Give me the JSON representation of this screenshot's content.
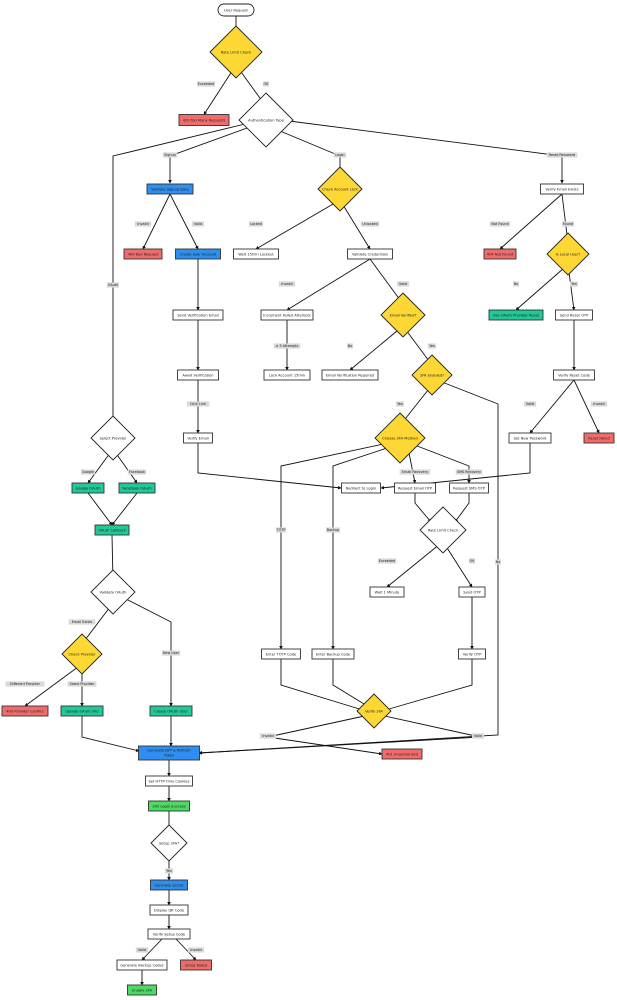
{
  "diagram": {
    "title": "Authentication Flow",
    "colors": {
      "decision_yellow": "#fdd835",
      "error_red": "#f26b6b",
      "process_blue": "#2e8ff0",
      "oauth_teal": "#20c997",
      "success_green": "#4cd964",
      "plain_white": "#ffffff",
      "stroke": "#333333"
    },
    "nodes": [
      {
        "id": "start",
        "label": "User Request",
        "shape": "terminal",
        "style": "plain_white"
      },
      {
        "id": "rate1",
        "label": "Rate Limit Check",
        "shape": "diamond",
        "style": "decision_yellow"
      },
      {
        "id": "e429",
        "label": "429 Too Many Requests",
        "shape": "rect",
        "style": "error_red"
      },
      {
        "id": "authType",
        "label": "Authentication Type",
        "shape": "diamond",
        "style": "plain_white"
      },
      {
        "id": "valSignup",
        "label": "Validate Signup Data",
        "shape": "rect",
        "style": "process_blue"
      },
      {
        "id": "e400",
        "label": "400 Bad Request",
        "shape": "rect",
        "style": "error_red"
      },
      {
        "id": "createUser",
        "label": "Create User Account",
        "shape": "rect",
        "style": "process_blue"
      },
      {
        "id": "sendVer",
        "label": "Send Verification Email",
        "shape": "rect",
        "style": "plain_white"
      },
      {
        "id": "awaitVer",
        "label": "Await Verification",
        "shape": "rect",
        "style": "plain_white"
      },
      {
        "id": "verifyEmail",
        "label": "Verify Email",
        "shape": "rect",
        "style": "plain_white"
      },
      {
        "id": "checkLock",
        "label": "Check Account Lock",
        "shape": "diamond",
        "style": "decision_yellow"
      },
      {
        "id": "wait15",
        "label": "Wait 15min Lockout",
        "shape": "rect",
        "style": "plain_white"
      },
      {
        "id": "valCred",
        "label": "Validate Credentials",
        "shape": "rect",
        "style": "plain_white"
      },
      {
        "id": "incFail",
        "label": "Increment Failed Attempts",
        "shape": "rect",
        "style": "plain_white"
      },
      {
        "id": "lockAcc",
        "label": "Lock Account 15min",
        "shape": "rect",
        "style": "plain_white"
      },
      {
        "id": "emailVerified",
        "label": "Email Verified?",
        "shape": "diamond",
        "style": "decision_yellow"
      },
      {
        "id": "emailVerReq",
        "label": "Email Verification Required",
        "shape": "rect",
        "style": "plain_white"
      },
      {
        "id": "tfaEnabled",
        "label": "2FA Enabled?",
        "shape": "diamond",
        "style": "decision_yellow"
      },
      {
        "id": "choose2fa",
        "label": "Choose 2FA Method",
        "shape": "diamond",
        "style": "decision_yellow"
      },
      {
        "id": "redirect",
        "label": "Redirect to Login",
        "shape": "rect",
        "style": "plain_white"
      },
      {
        "id": "reqEmailOtp",
        "label": "Request Email OTP",
        "shape": "rect",
        "style": "plain_white"
      },
      {
        "id": "reqSmsOtp",
        "label": "Request SMS OTP",
        "shape": "rect",
        "style": "plain_white"
      },
      {
        "id": "rate2",
        "label": "Rate Limit Check",
        "shape": "diamond",
        "style": "plain_white"
      },
      {
        "id": "wait1",
        "label": "Wait 1 Minute",
        "shape": "rect",
        "style": "plain_white"
      },
      {
        "id": "sendOtp",
        "label": "Send OTP",
        "shape": "rect",
        "style": "plain_white"
      },
      {
        "id": "verifyOtp",
        "label": "Verify OTP",
        "shape": "rect",
        "style": "plain_white"
      },
      {
        "id": "enterTotp",
        "label": "Enter TOTP Code",
        "shape": "rect",
        "style": "plain_white"
      },
      {
        "id": "enterBackup",
        "label": "Enter Backup Code",
        "shape": "rect",
        "style": "plain_white"
      },
      {
        "id": "verify2fa",
        "label": "Verify 2FA",
        "shape": "diamond",
        "style": "decision_yellow"
      },
      {
        "id": "e401",
        "label": "401 Unauthorized",
        "shape": "rect",
        "style": "error_red"
      },
      {
        "id": "verifyEmailExists",
        "label": "Verify Email Exists",
        "shape": "rect",
        "style": "plain_white"
      },
      {
        "id": "e404",
        "label": "404 Not Found",
        "shape": "rect",
        "style": "error_red"
      },
      {
        "id": "isLocal",
        "label": "Is Local User?",
        "shape": "diamond",
        "style": "decision_yellow"
      },
      {
        "id": "useOauthReset",
        "label": "Use OAuth Provider Reset",
        "shape": "rect",
        "style": "oauth_teal"
      },
      {
        "id": "sendResetOtp",
        "label": "Send Reset OTP",
        "shape": "rect",
        "style": "plain_white"
      },
      {
        "id": "verifyReset",
        "label": "Verify Reset Code",
        "shape": "rect",
        "style": "plain_white"
      },
      {
        "id": "setNewPw",
        "label": "Set New Password",
        "shape": "rect",
        "style": "plain_white"
      },
      {
        "id": "resetFailed",
        "label": "Reset Failed",
        "shape": "rect",
        "style": "error_red"
      },
      {
        "id": "selProvider",
        "label": "Select Provider",
        "shape": "diamond",
        "style": "plain_white"
      },
      {
        "id": "googleOauth",
        "label": "Google OAuth",
        "shape": "rect",
        "style": "oauth_teal"
      },
      {
        "id": "fbOauth",
        "label": "Facebook OAuth",
        "shape": "rect",
        "style": "oauth_teal"
      },
      {
        "id": "oauthCb",
        "label": "OAuth Callback",
        "shape": "rect",
        "style": "oauth_teal"
      },
      {
        "id": "valOauth",
        "label": "Validate OAuth",
        "shape": "diamond",
        "style": "plain_white"
      },
      {
        "id": "checkProvider",
        "label": "Check Provider",
        "shape": "diamond",
        "style": "decision_yellow"
      },
      {
        "id": "e409",
        "label": "409 Provider Conflict",
        "shape": "rect",
        "style": "error_red"
      },
      {
        "id": "updOauth",
        "label": "Update OAuth Info",
        "shape": "rect",
        "style": "oauth_teal"
      },
      {
        "id": "createOauth",
        "label": "Create OAuth User",
        "shape": "rect",
        "style": "oauth_teal"
      },
      {
        "id": "genJwt",
        "label": "Generate JWT & Refresh Token",
        "shape": "rect",
        "style": "process_blue"
      },
      {
        "id": "setCookies",
        "label": "Set HTTP-Only Cookies",
        "shape": "rect",
        "style": "plain_white"
      },
      {
        "id": "ok200",
        "label": "200 Login Success",
        "shape": "rect",
        "style": "success_green"
      },
      {
        "id": "setup2fa",
        "label": "Setup 2FA?",
        "shape": "diamond",
        "style": "plain_white"
      },
      {
        "id": "genSecret",
        "label": "Generate Secret",
        "shape": "rect",
        "style": "process_blue"
      },
      {
        "id": "displayQr",
        "label": "Display QR Code",
        "shape": "rect",
        "style": "plain_white"
      },
      {
        "id": "verifySetup",
        "label": "Verify Setup Code",
        "shape": "rect",
        "style": "plain_white"
      },
      {
        "id": "genBackup",
        "label": "Generate Backup Codes",
        "shape": "rect",
        "style": "plain_white"
      },
      {
        "id": "setupFailed",
        "label": "Setup Failed",
        "shape": "rect",
        "style": "error_red"
      },
      {
        "id": "enable2fa",
        "label": "Enable 2FA",
        "shape": "rect",
        "style": "success_green"
      }
    ],
    "edges": [
      {
        "from": "start",
        "to": "rate1",
        "label": ""
      },
      {
        "from": "rate1",
        "to": "e429",
        "label": "Exceeded"
      },
      {
        "from": "rate1",
        "to": "authType",
        "label": "OK"
      },
      {
        "from": "authType",
        "to": "valSignup",
        "label": "Signup"
      },
      {
        "from": "authType",
        "to": "checkLock",
        "label": "Login"
      },
      {
        "from": "authType",
        "to": "verifyEmailExists",
        "label": "Reset Password"
      },
      {
        "from": "authType",
        "to": "selProvider",
        "label": "OAuth"
      },
      {
        "from": "valSignup",
        "to": "e400",
        "label": "Invalid"
      },
      {
        "from": "valSignup",
        "to": "createUser",
        "label": "Valid"
      },
      {
        "from": "createUser",
        "to": "sendVer",
        "label": ""
      },
      {
        "from": "sendVer",
        "to": "awaitVer",
        "label": ""
      },
      {
        "from": "awaitVer",
        "to": "verifyEmail",
        "label": "Click Link"
      },
      {
        "from": "verifyEmail",
        "to": "redirect",
        "label": ""
      },
      {
        "from": "checkLock",
        "to": "wait15",
        "label": "Locked"
      },
      {
        "from": "checkLock",
        "to": "valCred",
        "label": "Unlocked"
      },
      {
        "from": "valCred",
        "to": "incFail",
        "label": "Invalid"
      },
      {
        "from": "valCred",
        "to": "emailVerified",
        "label": "Valid"
      },
      {
        "from": "incFail",
        "to": "lockAcc",
        "label": "≥ 5 Attempts"
      },
      {
        "from": "emailVerified",
        "to": "emailVerReq",
        "label": "No"
      },
      {
        "from": "emailVerified",
        "to": "tfaEnabled",
        "label": "Yes"
      },
      {
        "from": "tfaEnabled",
        "to": "choose2fa",
        "label": "Yes"
      },
      {
        "from": "tfaEnabled",
        "to": "genJwt",
        "label": "No"
      },
      {
        "from": "choose2fa",
        "to": "enterTotp",
        "label": "TOTP"
      },
      {
        "from": "choose2fa",
        "to": "enterBackup",
        "label": "Backup"
      },
      {
        "from": "choose2fa",
        "to": "reqEmailOtp",
        "label": "Email Recovery"
      },
      {
        "from": "choose2fa",
        "to": "reqSmsOtp",
        "label": "SMS Recovery"
      },
      {
        "from": "reqEmailOtp",
        "to": "rate2",
        "label": ""
      },
      {
        "from": "reqSmsOtp",
        "to": "rate2",
        "label": ""
      },
      {
        "from": "rate2",
        "to": "wait1",
        "label": "Exceeded"
      },
      {
        "from": "rate2",
        "to": "sendOtp",
        "label": "OK"
      },
      {
        "from": "sendOtp",
        "to": "verifyOtp",
        "label": ""
      },
      {
        "from": "enterTotp",
        "to": "verify2fa",
        "label": ""
      },
      {
        "from": "enterBackup",
        "to": "verify2fa",
        "label": ""
      },
      {
        "from": "verifyOtp",
        "to": "verify2fa",
        "label": ""
      },
      {
        "from": "verify2fa",
        "to": "e401",
        "label": "Invalid"
      },
      {
        "from": "verify2fa",
        "to": "genJwt",
        "label": "Valid"
      },
      {
        "from": "verifyEmailExists",
        "to": "e404",
        "label": "Not Found"
      },
      {
        "from": "verifyEmailExists",
        "to": "isLocal",
        "label": "Found"
      },
      {
        "from": "isLocal",
        "to": "useOauthReset",
        "label": "No"
      },
      {
        "from": "isLocal",
        "to": "sendResetOtp",
        "label": "Yes"
      },
      {
        "from": "sendResetOtp",
        "to": "verifyReset",
        "label": ""
      },
      {
        "from": "verifyReset",
        "to": "setNewPw",
        "label": "Valid"
      },
      {
        "from": "verifyReset",
        "to": "resetFailed",
        "label": "Invalid"
      },
      {
        "from": "setNewPw",
        "to": "redirect",
        "label": ""
      },
      {
        "from": "selProvider",
        "to": "googleOauth",
        "label": "Google"
      },
      {
        "from": "selProvider",
        "to": "fbOauth",
        "label": "Facebook"
      },
      {
        "from": "googleOauth",
        "to": "oauthCb",
        "label": ""
      },
      {
        "from": "fbOauth",
        "to": "oauthCb",
        "label": ""
      },
      {
        "from": "oauthCb",
        "to": "valOauth",
        "label": ""
      },
      {
        "from": "valOauth",
        "to": "checkProvider",
        "label": "Email Exists"
      },
      {
        "from": "valOauth",
        "to": "createOauth",
        "label": "New User"
      },
      {
        "from": "checkProvider",
        "to": "e409",
        "label": "Different Provider"
      },
      {
        "from": "checkProvider",
        "to": "updOauth",
        "label": "Same Provider"
      },
      {
        "from": "updOauth",
        "to": "genJwt",
        "label": ""
      },
      {
        "from": "createOauth",
        "to": "genJwt",
        "label": ""
      },
      {
        "from": "genJwt",
        "to": "setCookies",
        "label": ""
      },
      {
        "from": "setCookies",
        "to": "ok200",
        "label": ""
      },
      {
        "from": "ok200",
        "to": "setup2fa",
        "label": ""
      },
      {
        "from": "setup2fa",
        "to": "genSecret",
        "label": "Yes"
      },
      {
        "from": "genSecret",
        "to": "displayQr",
        "label": ""
      },
      {
        "from": "displayQr",
        "to": "verifySetup",
        "label": ""
      },
      {
        "from": "verifySetup",
        "to": "genBackup",
        "label": "Valid"
      },
      {
        "from": "verifySetup",
        "to": "setupFailed",
        "label": "Invalid"
      },
      {
        "from": "genBackup",
        "to": "enable2fa",
        "label": ""
      }
    ]
  }
}
